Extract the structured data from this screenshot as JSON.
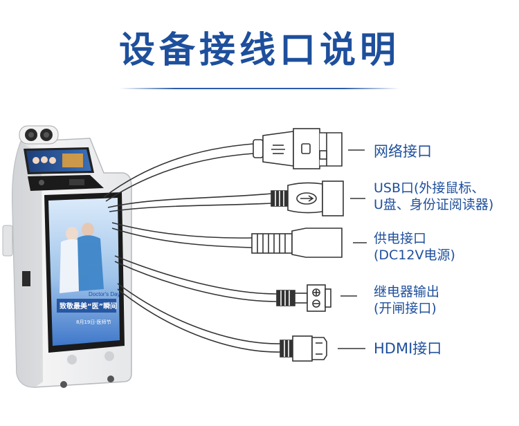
{
  "title": "设备接线口说明",
  "screen": {
    "headline": "致敬最美“医”瞬间",
    "sub": "Doctor's Day",
    "date": "8月19日·医师节"
  },
  "ports": [
    {
      "lines": [
        "网络接口"
      ]
    },
    {
      "lines": [
        "USB口(外接鼠标、",
        "U盘、身份证阅读器)"
      ]
    },
    {
      "lines": [
        "供电接口",
        "(DC12V电源)"
      ]
    },
    {
      "lines": [
        "继电器输出",
        "(开闸接口)"
      ]
    },
    {
      "lines": [
        "HDMI接口"
      ]
    }
  ],
  "colors": {
    "title": "#1e4f9c",
    "cable": "#333333",
    "accent": "#2a5ba8"
  }
}
